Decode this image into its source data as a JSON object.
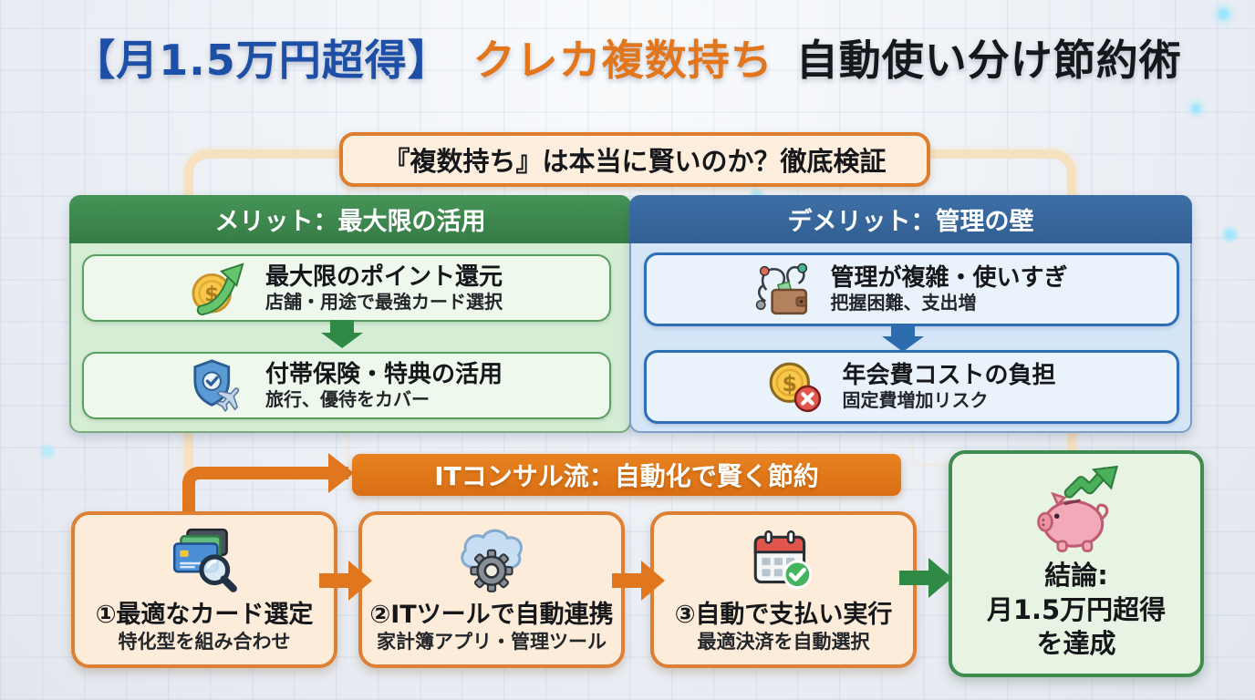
{
  "title": {
    "highlight": "【月1.5万円超得】",
    "accent": "クレカ複数持ち",
    "rest": "自動使い分け節約術"
  },
  "verification_banner": "『複数持ち』は本当に賢いのか？徹底検証",
  "merit_panel": {
    "header": "メリット：最大限の活用",
    "items": [
      {
        "icon": "coin-growth-icon",
        "title": "最大限のポイント還元",
        "desc": "店舗・用途で最強カード選択"
      },
      {
        "icon": "shield-airplane-icon",
        "title": "付帯保険・特典の活用",
        "desc": "旅行、優待をカバー"
      }
    ]
  },
  "demerit_panel": {
    "header": "デメリット：管理の壁",
    "items": [
      {
        "icon": "tangled-wallet-icon",
        "title": "管理が複雑・使いすぎ",
        "desc": "把握困難、支出増"
      },
      {
        "icon": "coin-cross-icon",
        "title": "年会費コストの負担",
        "desc": "固定費増加リスク"
      }
    ]
  },
  "method_banner": "ITコンサル流：自動化で賢く節約",
  "steps": [
    {
      "icon": "credit-cards-magnifier-icon",
      "title": "①最適なカード選定",
      "desc": "特化型を組み合わせ"
    },
    {
      "icon": "cloud-gear-icon",
      "title": "②ITツールで自動連携",
      "desc": "家計簿アプリ・管理ツール"
    },
    {
      "icon": "calendar-check-icon",
      "title": "③自動で支払い実行",
      "desc": "最適決済を自動選択"
    }
  ],
  "conclusion": {
    "icon": "piggy-bank-growth-icon",
    "lines": [
      "結論:",
      "月1.5万円超得",
      "を達成"
    ]
  },
  "colors": {
    "title_blue": "#1d4fa6",
    "accent_orange": "#e2761d",
    "merit_green": "#3d8b4e",
    "demerit_blue": "#38699e",
    "frame_cream": "#f6e2c0",
    "card_cream": "#fcecd9",
    "conclusion_green_bg": "#e7f4e3"
  }
}
